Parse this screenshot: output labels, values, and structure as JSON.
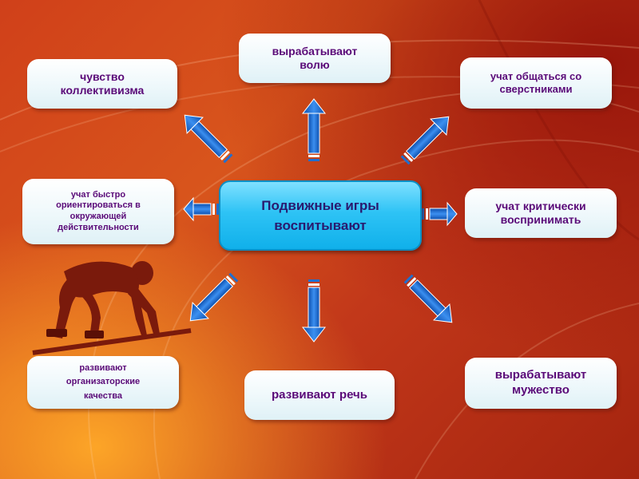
{
  "diagram": {
    "center": {
      "line1": "Подвижные игры",
      "line2": "воспитывают"
    },
    "nodes": {
      "top_left": {
        "lines": [
          "чувство",
          "коллективизма"
        ]
      },
      "top_center": {
        "lines": [
          "вырабатывают",
          "волю"
        ]
      },
      "top_right": {
        "lines": [
          "учат общаться со",
          "сверстниками"
        ]
      },
      "mid_left": {
        "lines": [
          "учат быстро",
          "ориентироваться в",
          "окружающей",
          "действительности"
        ]
      },
      "mid_right": {
        "lines": [
          "учат критически",
          "воспринимать"
        ]
      },
      "bottom_left": {
        "lines": [
          "развивают",
          "организаторские",
          "качества"
        ]
      },
      "bottom_center": {
        "lines": [
          "развивают речь"
        ]
      },
      "bottom_right": {
        "lines": [
          "вырабатывают",
          "мужество"
        ]
      }
    },
    "colors": {
      "node_text": "#5a0a78",
      "hub_fill": "#2ec3f5",
      "arrow_fill": "#1f6fd0"
    }
  }
}
